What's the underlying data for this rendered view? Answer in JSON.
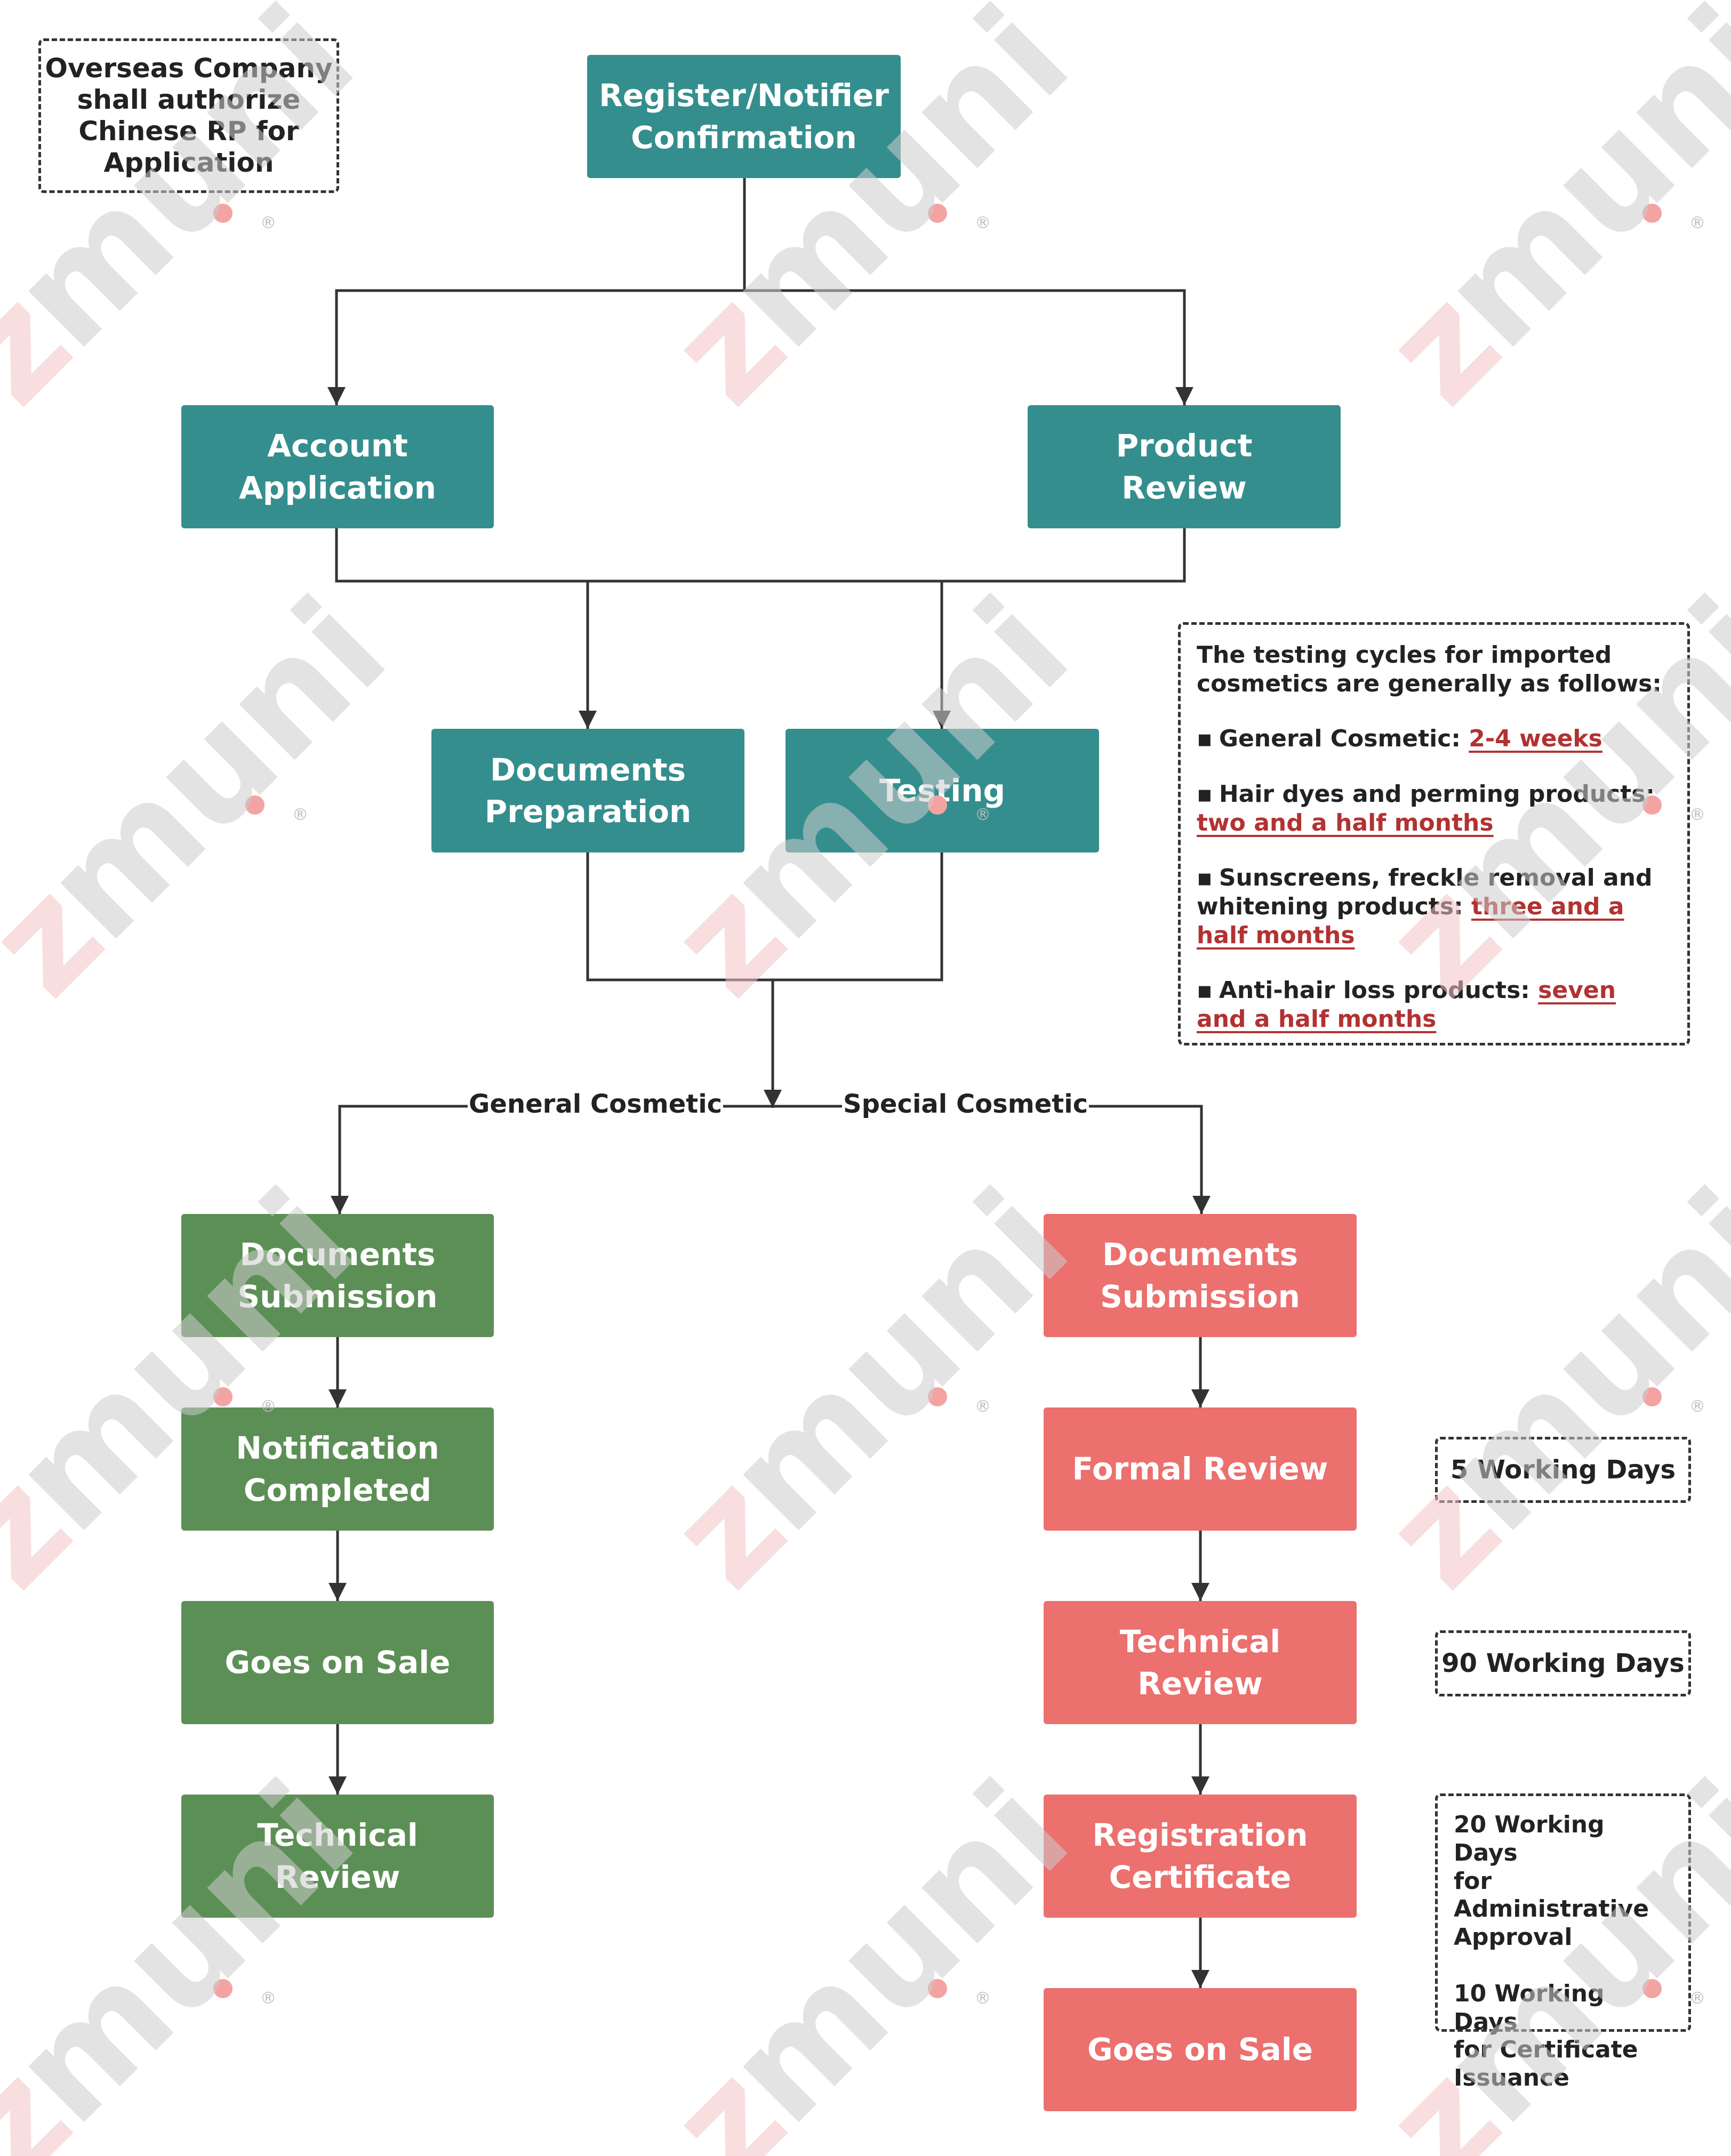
{
  "nodes": {
    "register": "Register/Notifier\nConfirmation",
    "account": "Account\nApplication",
    "product_review": "Product\nReview",
    "documents_preparation": "Documents\nPreparation",
    "testing": "Testing",
    "general": {
      "documents_submission": "Documents\nSubmission",
      "notification_completed": "Notification\nCompleted",
      "goes_on_sale": "Goes on Sale",
      "technical_review": "Technical Review"
    },
    "special": {
      "documents_submission": "Documents\nSubmission",
      "formal_review": "Formal Review",
      "technical_review": "Technical Review",
      "registration_certificate": "Registration\nCertificate",
      "goes_on_sale": "Goes on Sale"
    }
  },
  "branch_labels": {
    "general": "General Cosmetic",
    "special": "Special Cosmetic"
  },
  "notes": {
    "overseas": "Overseas Company\nshall authorize\nChinese RP for\nApplication",
    "formal_days": "5 Working Days",
    "technical_days": "90 Working Days",
    "certificate_days": "20 Working Days\nfor Administrative\nApproval\n\n10 Working Days\nfor Certificate\nIssuance"
  },
  "testing_cycles": {
    "intro": "The testing cycles for imported cosmetics are generally as follows:",
    "items": [
      {
        "label": "General Cosmetic: ",
        "value": "2-4 weeks"
      },
      {
        "label": "Hair dyes and perming products: ",
        "value": "two and a half months"
      },
      {
        "label": "Sunscreens, freckle removal and whitening products: ",
        "value": "three and a half months"
      },
      {
        "label": "Anti-hair loss products: ",
        "value": "seven and a half months"
      }
    ]
  },
  "watermark": {
    "text": "zmuni",
    "symbol": "®"
  },
  "colors": {
    "teal": "#358e8e",
    "green": "#5c8f55",
    "red": "#eb706e",
    "highlight": "#b23232"
  }
}
